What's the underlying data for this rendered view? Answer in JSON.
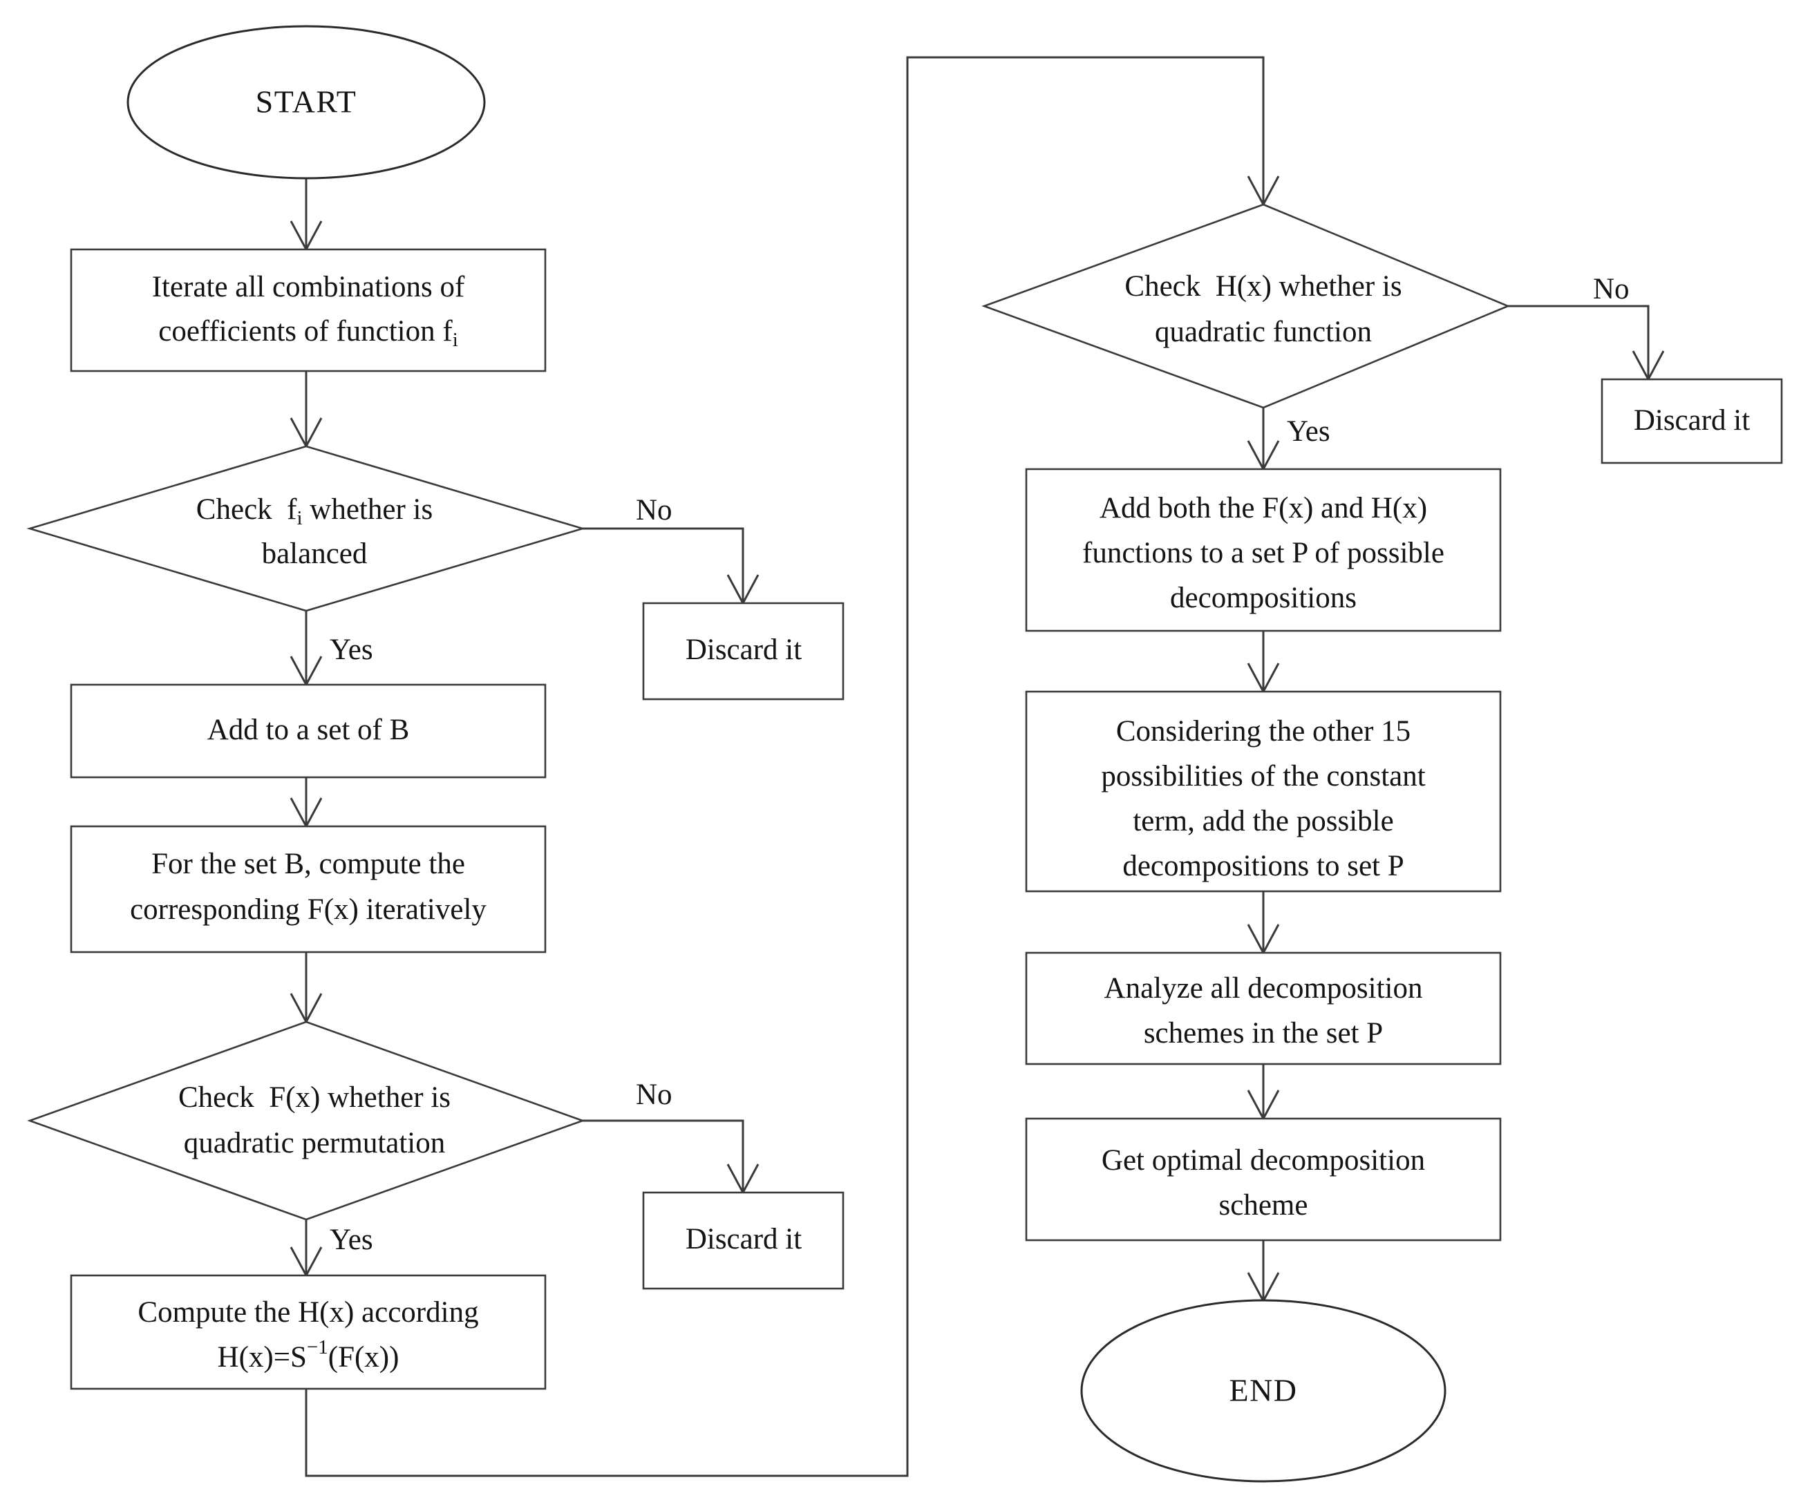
{
  "diagram": {
    "title": "Decomposition scheme search flowchart",
    "background_color": "#ffffff",
    "line_color": "#3a3a3a",
    "text_color": "#141414"
  },
  "nodes": {
    "start": {
      "type": "terminator",
      "label": "START"
    },
    "iterate": {
      "type": "process",
      "line1": "Iterate all combinations of",
      "line2_a": "coefficients of function f",
      "line2_sub": "i"
    },
    "check_fi": {
      "type": "decision",
      "line1_a": "Check  f",
      "line1_sub": "i",
      "line1_b": " whether is",
      "line2": "balanced"
    },
    "discard_1": {
      "type": "process",
      "label": "Discard it"
    },
    "add_set_b": {
      "type": "process",
      "label": "Add to a set of B"
    },
    "compute_fx": {
      "type": "process",
      "line1": "For the set B, compute the",
      "line2": "corresponding F(x) iteratively"
    },
    "check_fx": {
      "type": "decision",
      "line1": "Check  F(x) whether is",
      "line2": "quadratic permutation"
    },
    "discard_2": {
      "type": "process",
      "label": "Discard it"
    },
    "compute_hx": {
      "type": "process",
      "line1": "Compute the H(x) according",
      "line2_a": "H(x)=S",
      "line2_sup": "−1",
      "line2_b": "(F(x))"
    },
    "check_hx": {
      "type": "decision",
      "line1": "Check  H(x) whether is",
      "line2": "quadratic function"
    },
    "discard_3": {
      "type": "process",
      "label": "Discard it"
    },
    "add_set_p": {
      "type": "process",
      "line1": "Add both the F(x) and H(x)",
      "line2": "functions to a set P of possible",
      "line3": "decompositions"
    },
    "considering_15": {
      "type": "process",
      "line1": "Considering the other 15",
      "line2": "possibilities of the constant",
      "line3": "term, add the possible",
      "line4": "decompositions to set P"
    },
    "analyze_all": {
      "type": "process",
      "line1": "Analyze all decomposition",
      "line2": "schemes in the set P"
    },
    "get_optimal": {
      "type": "process",
      "line1": "Get optimal decomposition",
      "line2": "scheme"
    },
    "end": {
      "type": "terminator",
      "label": "END"
    }
  },
  "edge_labels": {
    "fi_no": "No",
    "fi_yes": "Yes",
    "fx_no": "No",
    "fx_yes": "Yes",
    "hx_no": "No",
    "hx_yes": "Yes"
  }
}
